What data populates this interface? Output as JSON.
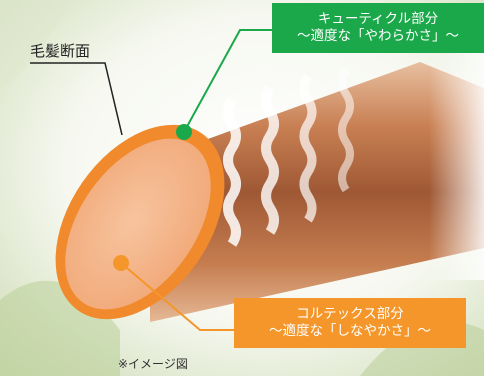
{
  "diagram": {
    "section_label": "毛髪断面",
    "cuticle_callout": {
      "line1": "キューティクル部分",
      "line2": "〜適度な「やわらかさ」〜",
      "color": "#1aa84a"
    },
    "cortex_callout": {
      "line1": "コルテックス部分",
      "line2": "〜適度な「しなやかさ」〜",
      "color": "#f4962a"
    },
    "note": "※イメージ図"
  }
}
